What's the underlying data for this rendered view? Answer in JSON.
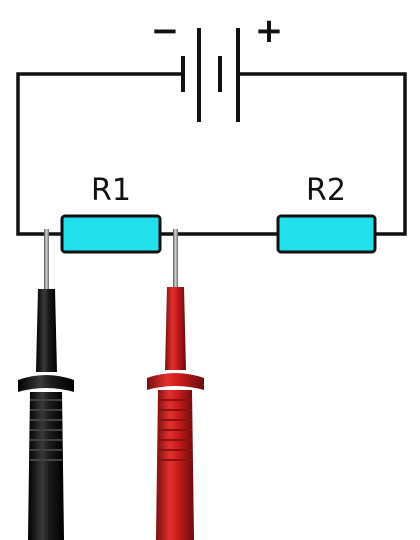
{
  "battery": {
    "minus_label": "−",
    "plus_label": "+"
  },
  "resistors": [
    {
      "label": "R1",
      "color": "#22e0ec"
    },
    {
      "label": "R2",
      "color": "#22e0ec"
    }
  ],
  "probes": [
    {
      "name": "black-probe",
      "color": "#151515"
    },
    {
      "name": "red-probe",
      "color": "#d01d1d"
    }
  ],
  "colors": {
    "wire": "#111111",
    "background": "#ffffff"
  }
}
